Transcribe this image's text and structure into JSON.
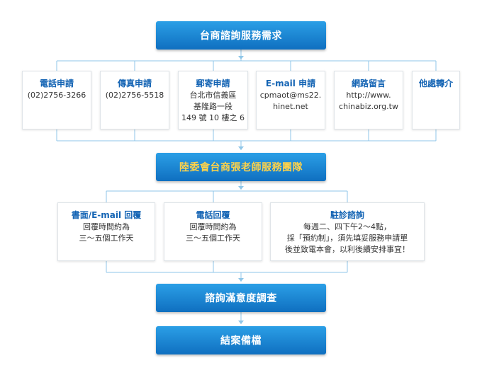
{
  "steps": {
    "top": "台商諮詢服務需求",
    "team": "陸委會台商張老師服務團隊",
    "survey": "諮詢滿意度調查",
    "close": "結案備檔"
  },
  "channels": [
    {
      "title": "電話申請",
      "lines": [
        "(02)2756-3266"
      ]
    },
    {
      "title": "傳真申請",
      "lines": [
        "(02)2756-5518"
      ]
    },
    {
      "title": "郵寄申請",
      "lines": [
        "台北市信義區",
        "基隆路一段",
        "149 號 10 樓之 6"
      ]
    },
    {
      "title": "E-mail 申請",
      "lines": [
        "cpmaot@ms22.",
        "hinet.net"
      ]
    },
    {
      "title": "網路留言",
      "lines": [
        "http://www.",
        "chinabiz.org.tw"
      ]
    },
    {
      "title": "他處轉介",
      "lines": []
    }
  ],
  "responses": [
    {
      "title": "書面/E-mail 回覆",
      "lines": [
        "回覆時間約為",
        "三～五個工作天"
      ]
    },
    {
      "title": "電話回覆",
      "lines": [
        "回覆時間約為",
        "三～五個工作天"
      ]
    },
    {
      "title": "駐診諮詢",
      "lines": [
        "每週二、四下午2～4點，",
        "採「預約制」，須先填妥服務申請單",
        "後並致電本會，以利後續安排事宜！"
      ]
    }
  ],
  "colors": {
    "bar_top": "#2b9fe6",
    "bar_bottom": "#0f6fc0",
    "title_text": "#1464b4",
    "team_text": "#ffd24a",
    "connector": "#8fc6e8"
  }
}
